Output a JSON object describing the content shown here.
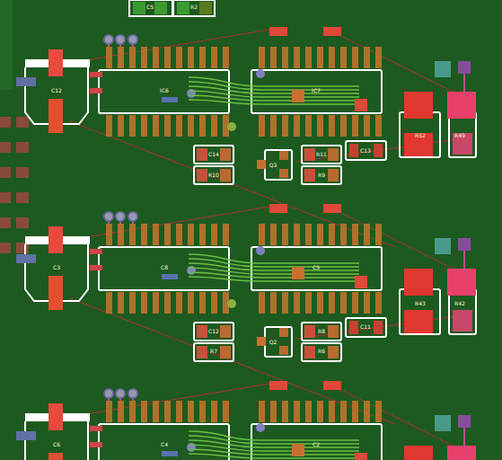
{
  "diagram": {
    "labels": [
      "C5",
      "R2",
      "C12",
      "IC6",
      "IC7",
      "C14",
      "R10",
      "Q3",
      "R11",
      "R9",
      "C13",
      "R52",
      "R49",
      "C3",
      "C8",
      "C5",
      "C12",
      "R7",
      "Q2",
      "R8",
      "R6",
      "C11",
      "R43",
      "R42",
      "C6",
      "C4",
      "C2"
    ]
  }
}
